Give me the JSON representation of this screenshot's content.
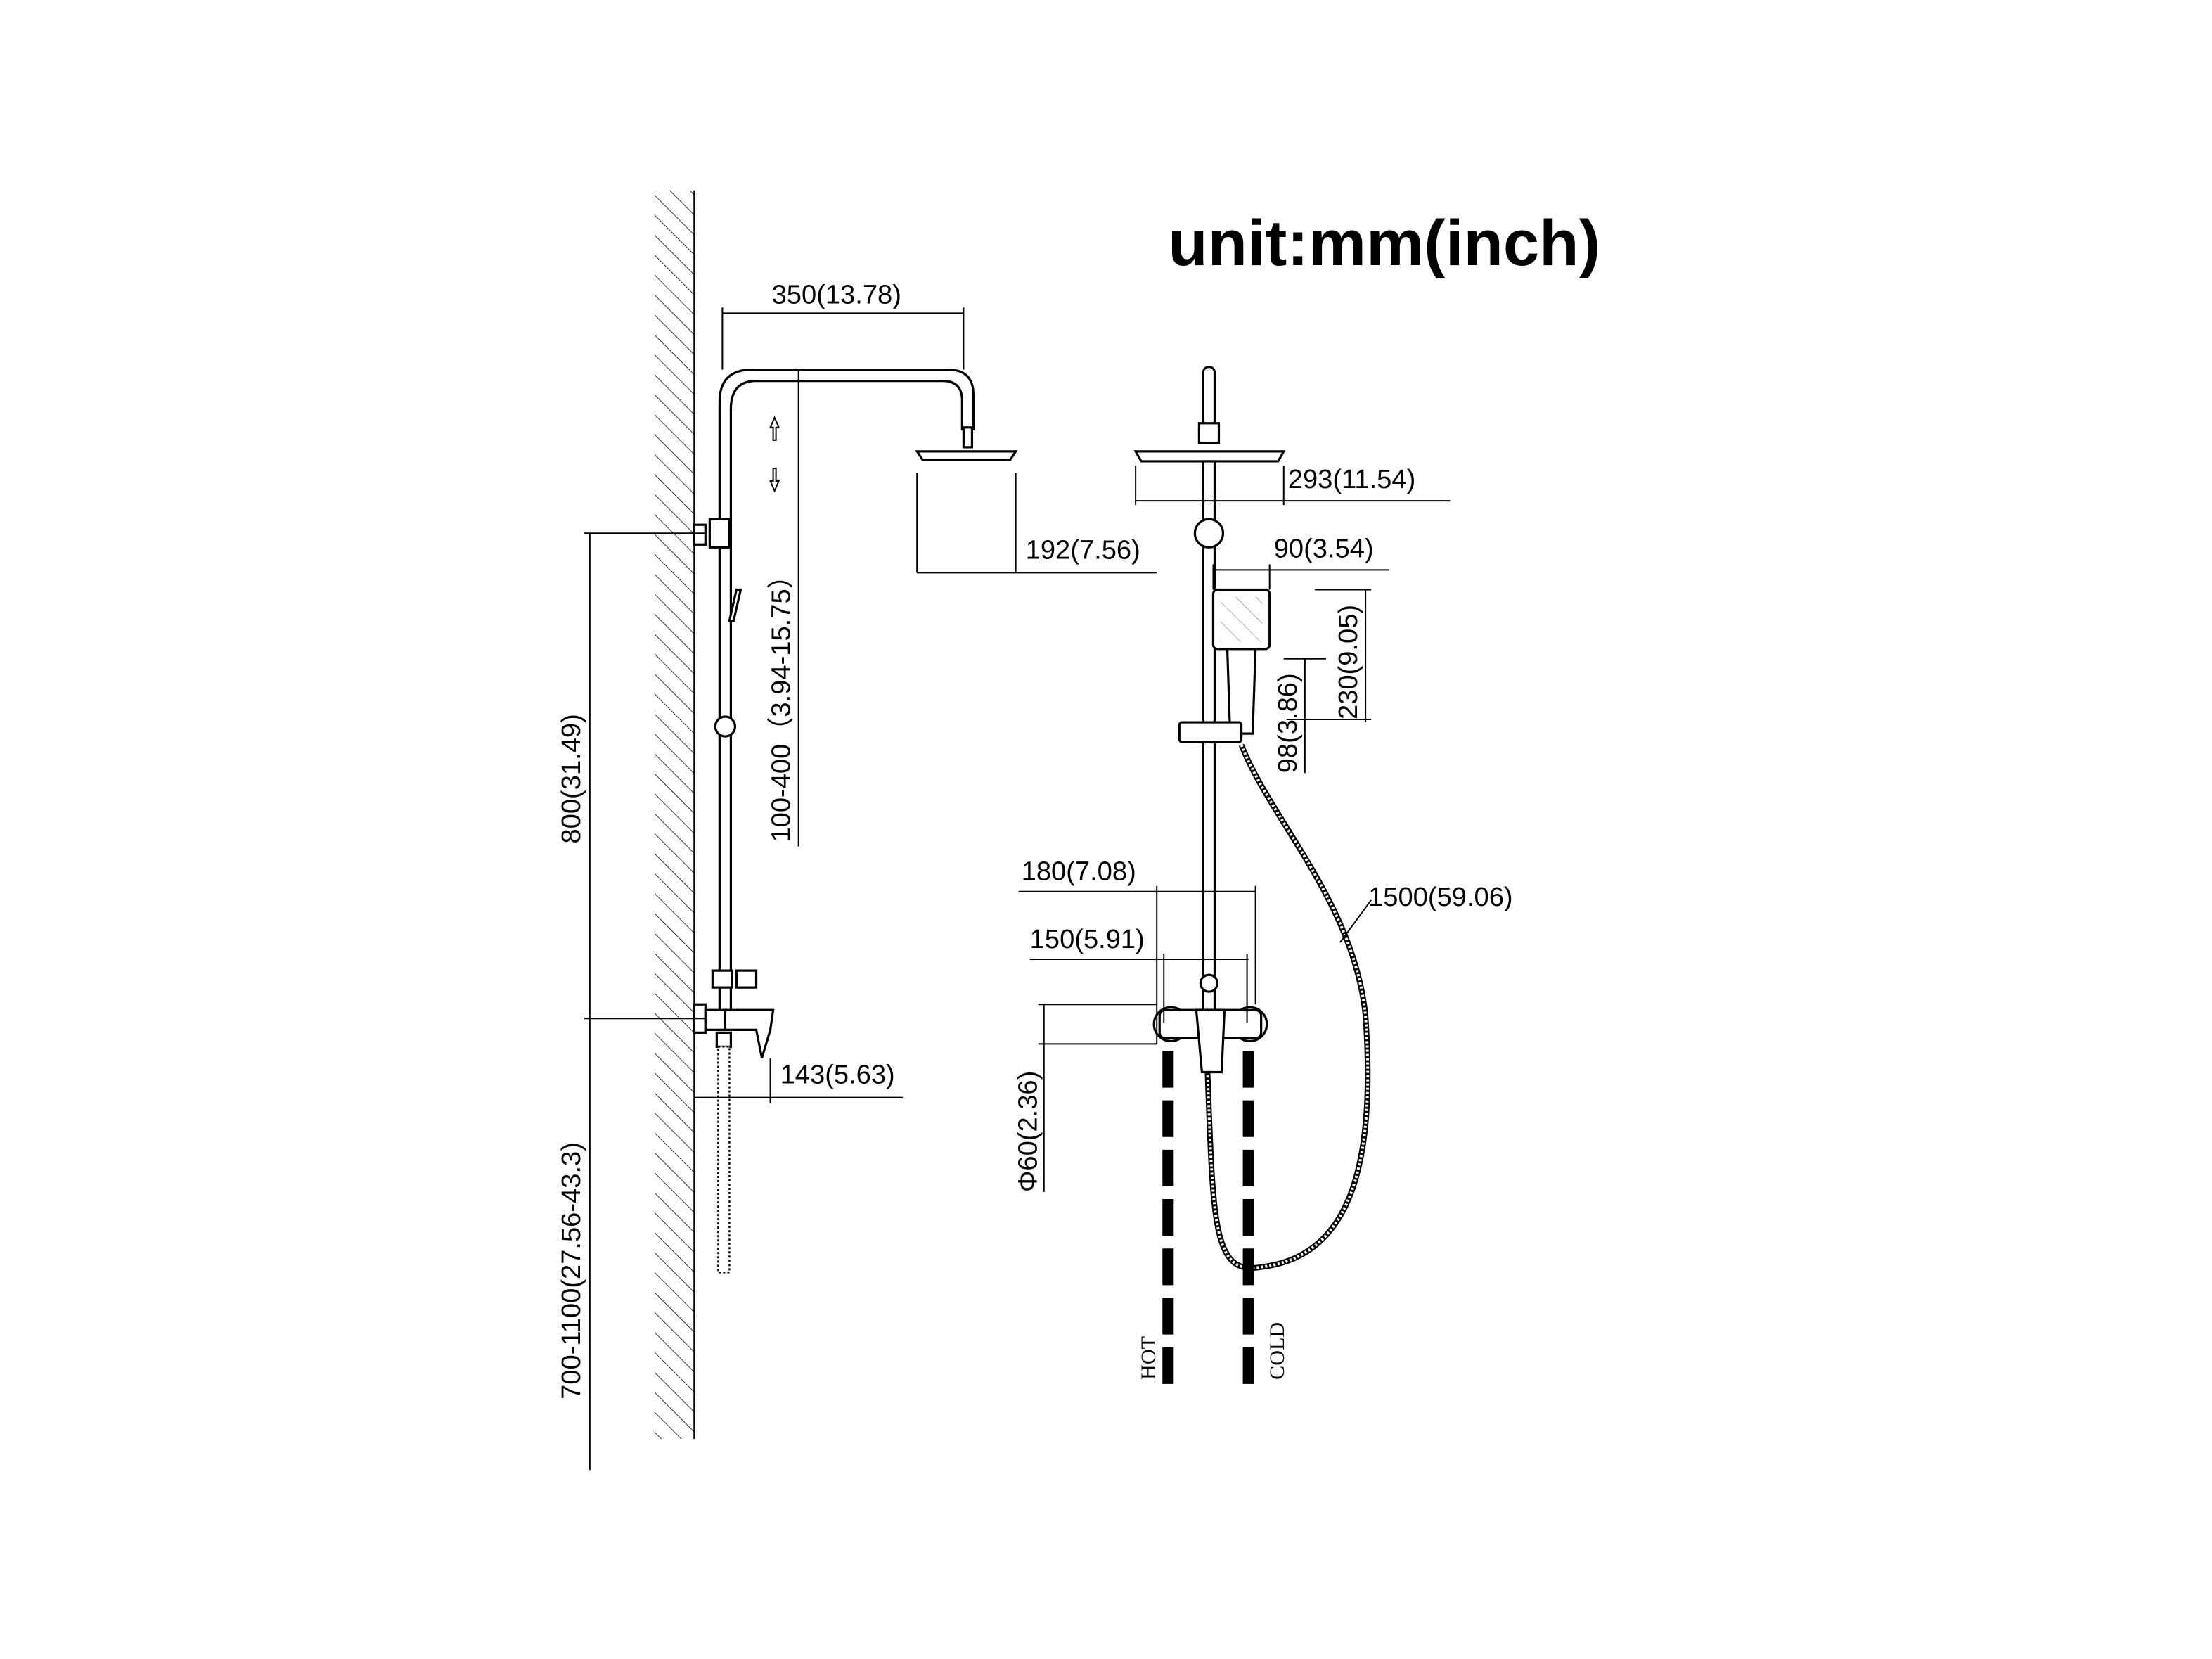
{
  "title": "unit:mm(inch)",
  "side_view": {
    "arm_length": "350(13.78)",
    "head_height": "192(7.56)",
    "adjust_range": "100-400（3.94-15.75）",
    "pole_height": "800(31.49)",
    "install_height": "700-1100(27.56-43.3)",
    "mixer_depth": "143(5.63)"
  },
  "front_view": {
    "head_width": "293(11.54)",
    "hand_width": "90(3.54)",
    "hand_length": "230(9.05)",
    "hand_head_length": "98(3.86)",
    "mixer_width": "180(7.08)",
    "center_distance": "150(5.91)",
    "flange_diameter": "Φ60(2.36)",
    "hose_length": "1500(59.06)",
    "hot_label": "HOT",
    "cold_label": "COLD"
  }
}
